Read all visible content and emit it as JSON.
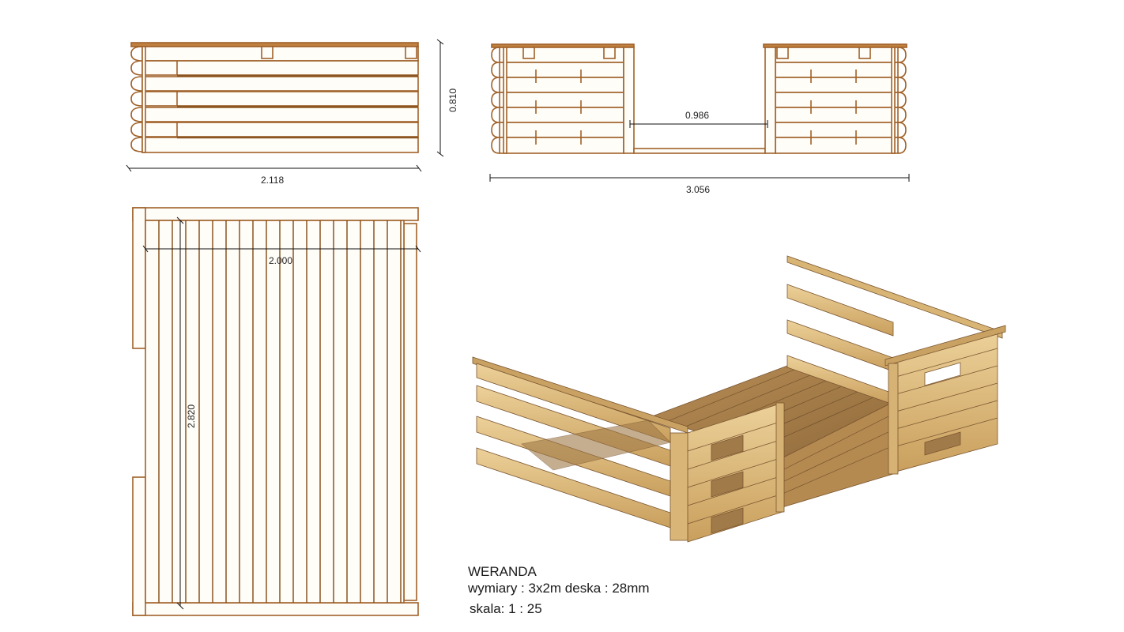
{
  "title": "WERANDA",
  "dimensions_line": "wymiary : 3x2m deska : 28mm",
  "scale_line": "skala:  1 : 25",
  "colors": {
    "outline": "#a0622a",
    "board_fill": "#fffdf8",
    "wood_light": "#e3c486",
    "wood_mid": "#cfa665",
    "wood_dark": "#9c7440",
    "dimension_line": "#111111"
  },
  "views": {
    "side_elevation": {
      "label": "side-elevation",
      "width_dim": "2.118",
      "height_dim": "0.810"
    },
    "front_elevation": {
      "label": "front-elevation",
      "width_dim": "3.056",
      "opening_dim": "0.986"
    },
    "plan_view": {
      "label": "plan-view",
      "width_dim": "2.000",
      "depth_dim": "2.820",
      "deck_board_count": 20
    },
    "isometric_view": {
      "label": "isometric-3d-render"
    }
  }
}
